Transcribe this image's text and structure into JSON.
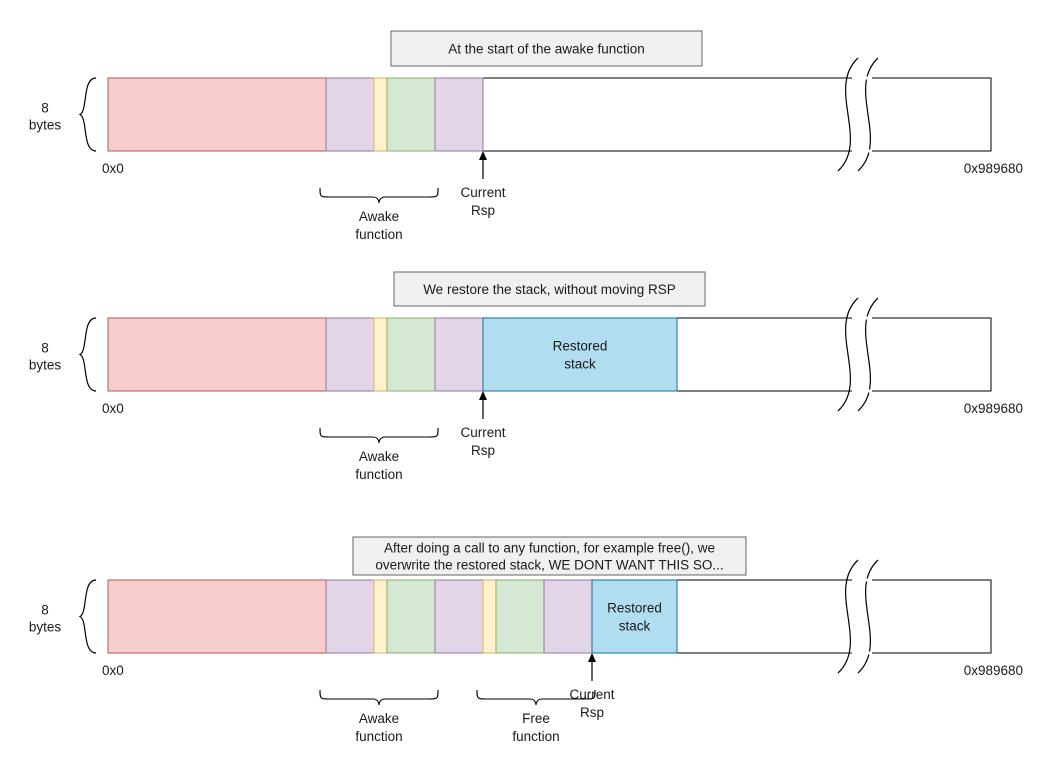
{
  "colors": {
    "red_fill": "#f8cecc",
    "red_stroke": "#b85450",
    "purple_fill": "#e1d5e7",
    "purple_stroke": "#9673a6",
    "yellow_fill": "#fff2cc",
    "yellow_stroke": "#d6b656",
    "green_fill": "#d5e8d4",
    "green_stroke": "#82b366",
    "blue_fill": "#b1ddf0",
    "blue_stroke": "#10739e",
    "caption_fill": "#f0f0f0",
    "caption_stroke": "#666666"
  },
  "panels": [
    {
      "caption": [
        "At the start of the awake function"
      ],
      "size_label": [
        "8",
        "bytes"
      ],
      "start_addr": "0x0",
      "end_addr": "0x989680",
      "pointer_label": [
        "Current",
        "Rsp"
      ],
      "segments": [
        {
          "kind": "red"
        },
        {
          "kind": "purple"
        },
        {
          "kind": "yellow"
        },
        {
          "kind": "green"
        },
        {
          "kind": "purple"
        }
      ],
      "pointer_after_segment": 5,
      "braces": [
        {
          "from_segment": 1,
          "to_segment": 4,
          "label": [
            "Awake",
            "function"
          ]
        }
      ]
    },
    {
      "caption": [
        "We restore the stack, without moving RSP"
      ],
      "size_label": [
        "8",
        "bytes"
      ],
      "start_addr": "0x0",
      "end_addr": "0x989680",
      "pointer_label": [
        "Current",
        "Rsp"
      ],
      "segments": [
        {
          "kind": "red"
        },
        {
          "kind": "purple"
        },
        {
          "kind": "yellow"
        },
        {
          "kind": "green"
        },
        {
          "kind": "purple"
        },
        {
          "kind": "blue",
          "label": [
            "Restored",
            "stack"
          ]
        }
      ],
      "pointer_after_segment": 5,
      "braces": [
        {
          "from_segment": 1,
          "to_segment": 4,
          "label": [
            "Awake",
            "function"
          ]
        }
      ]
    },
    {
      "caption": [
        "After doing a call to any function, for example free(), we",
        "overwrite the restored stack, WE DONT WANT THIS SO..."
      ],
      "size_label": [
        "8",
        "bytes"
      ],
      "start_addr": "0x0",
      "end_addr": "0x989680",
      "pointer_label": [
        "Current",
        "Rsp"
      ],
      "segments": [
        {
          "kind": "red"
        },
        {
          "kind": "purple"
        },
        {
          "kind": "yellow"
        },
        {
          "kind": "green"
        },
        {
          "kind": "purple"
        },
        {
          "kind": "yellow"
        },
        {
          "kind": "green"
        },
        {
          "kind": "purple"
        },
        {
          "kind": "blue",
          "label": [
            "Restored",
            "stack"
          ]
        }
      ],
      "pointer_after_segment": 8,
      "braces": [
        {
          "from_segment": 1,
          "to_segment": 4,
          "label": [
            "Awake",
            "function"
          ]
        },
        {
          "from_segment": 5,
          "to_segment": 8,
          "label": [
            "Free",
            "function"
          ]
        }
      ]
    }
  ]
}
